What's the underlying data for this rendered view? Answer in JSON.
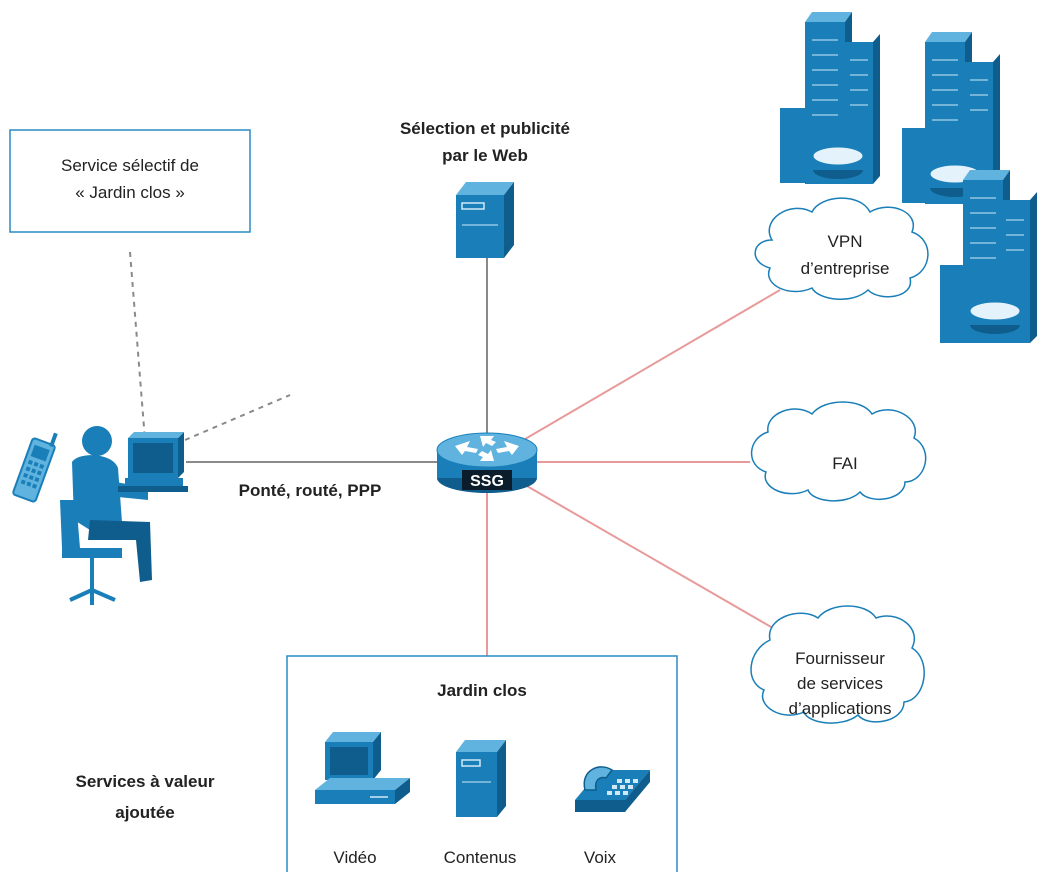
{
  "labels": {
    "web_selection_line1": "Sélection et publicité",
    "web_selection_line2": "par le Web",
    "service_box_line1": "Service sélectif de",
    "service_box_line2": "«  Jardin clos  »",
    "bridged_routed": "Ponté, routé, PPP",
    "router_badge": "SSG",
    "vpn_line1": "VPN",
    "vpn_line2": "d’entreprise",
    "isp": "FAI",
    "asp_line1": "Fournisseur",
    "asp_line2": "de services",
    "asp_line3": "d’applications",
    "walled_garden_title": "Jardin clos",
    "value_added_line1": "Services à valeur",
    "value_added_line2": "ajoutée",
    "video": "Vidéo",
    "content": "Contenus",
    "voice": "Voix"
  },
  "colors": {
    "icon_blue": "#1a7fb8",
    "icon_dark": "#0f5d8c",
    "icon_light": "#5fb3de",
    "service_link": "#e89a9a",
    "access_link": "#888888",
    "box_border": "#2a8bc4"
  }
}
